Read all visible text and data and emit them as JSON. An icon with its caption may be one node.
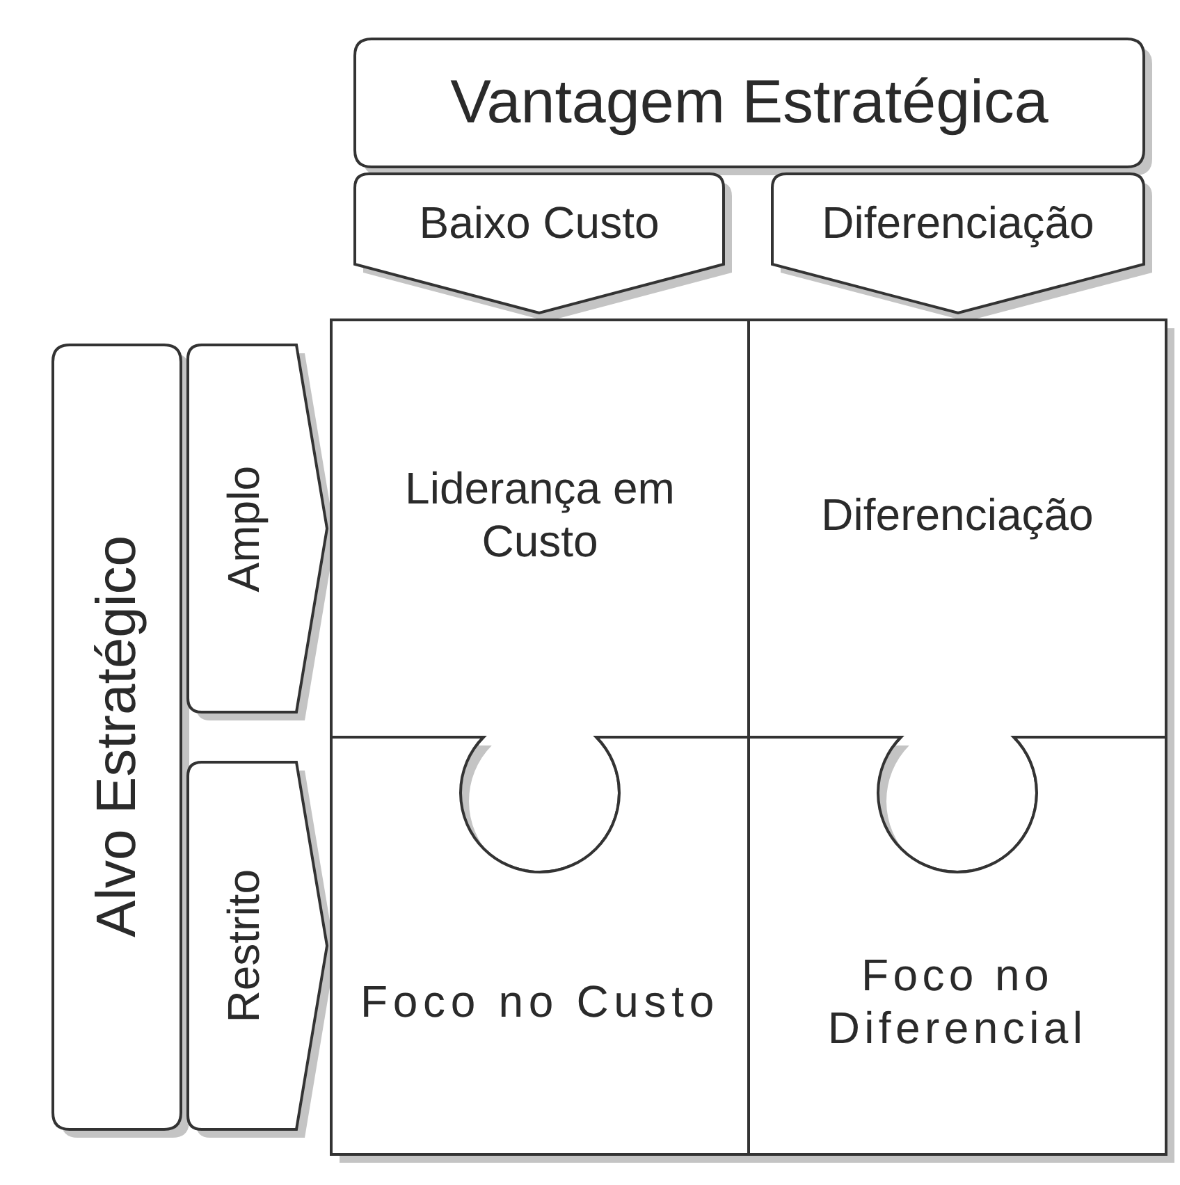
{
  "diagram": {
    "nodes": [
      {
        "text": [
          "Vantagem Estratégica"
        ]
      },
      {
        "text": [
          "Baixo Custo"
        ]
      },
      {
        "text": [
          "Diferenciação"
        ]
      },
      {
        "text": [
          "Alvo Estratégico"
        ]
      },
      {
        "text": [
          "Amplo"
        ]
      },
      {
        "text": [
          "Restrito"
        ]
      },
      {
        "text": [
          "Liderança em Custo"
        ]
      },
      {
        "text": [
          "Diferenciação"
        ]
      },
      {
        "text": [
          "Foco no Custo"
        ]
      },
      {
        "text": [
          "Foco no Diferencial"
        ]
      }
    ]
  }
}
